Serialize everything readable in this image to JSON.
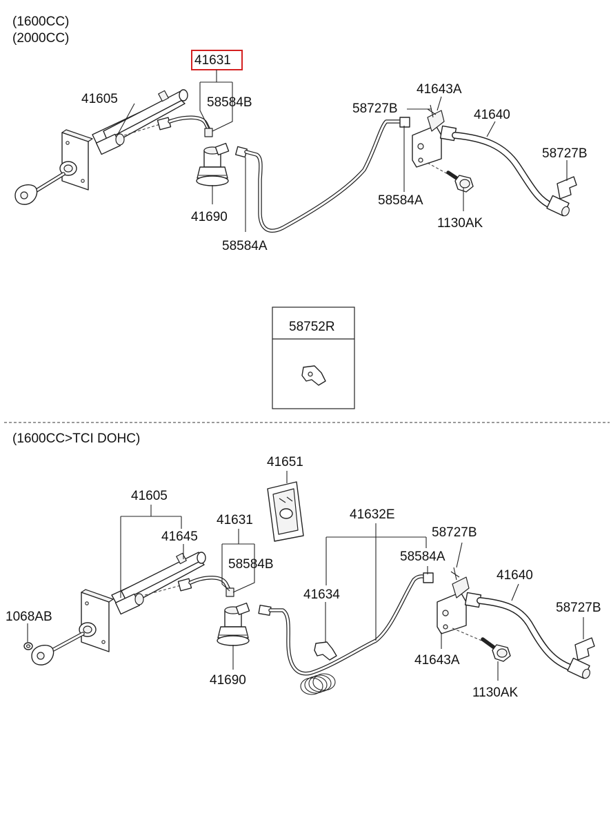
{
  "sections": [
    {
      "id": "top",
      "lines": [
        "(1600CC)",
        "(2000CC)"
      ]
    },
    {
      "id": "bottom",
      "lines": [
        "(1600CC>TCI DOHC)"
      ]
    }
  ],
  "highlight_color": "#d42020",
  "top_parts": {
    "p41631": "41631",
    "p41605": "41605",
    "p58584B": "58584B",
    "p41690": "41690",
    "p58584A_lower": "58584A",
    "p58727B": "58727B",
    "p41643A": "41643A",
    "p41640": "41640",
    "p58727B_clip": "58727B",
    "p58584A_upper": "58584A",
    "p1130AK": "1130AK"
  },
  "inset": {
    "label": "58752R"
  },
  "bottom_parts": {
    "p41651": "41651",
    "p41605": "41605",
    "p41645": "41645",
    "p41631": "41631",
    "p58584B": "58584B",
    "p41632E": "41632E",
    "p58727B": "58727B",
    "p58584A": "58584A",
    "p41640": "41640",
    "p41634": "41634",
    "p58727B_clip": "58727B",
    "p1068AB": "1068AB",
    "p41690": "41690",
    "p41643A": "41643A",
    "p1130AK": "1130AK"
  },
  "icons": [
    "master-cylinder-icon",
    "reservoir-icon",
    "clutch-tube-icon",
    "bracket-icon",
    "hose-icon",
    "clip-icon",
    "bolt-icon",
    "grommet-icon",
    "clamp-icon",
    "washer-icon"
  ]
}
